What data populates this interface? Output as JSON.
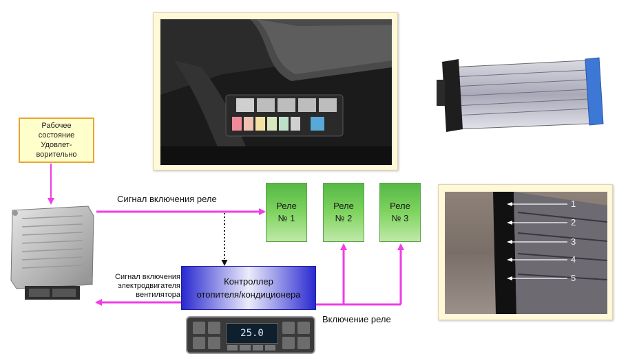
{
  "status_box": {
    "text": "Рабочее\nсостояние\nУдовлет-\nворительно"
  },
  "relays": [
    {
      "label": "Реле\n№ 1"
    },
    {
      "label": "Реле\n№ 2"
    },
    {
      "label": "Реле\n№ 3"
    }
  ],
  "controller": {
    "label": "Контроллер\nотопителя/кондиционера"
  },
  "labels": {
    "relay_signal": "Сигнал включения реле",
    "fan_signal": "Сигнал включения\nэлектродвигателя\nвентилятора",
    "relay_enable": "Включение реле"
  },
  "climate_panel": {
    "temperature": "25.0"
  },
  "heater_pins": [
    "1",
    "2",
    "3",
    "4",
    "5"
  ],
  "colors": {
    "arrow": "#ee3ee6",
    "relay_green": "#56b845",
    "controller_blue": "#2a2ad0",
    "status_border": "#e8a534"
  }
}
